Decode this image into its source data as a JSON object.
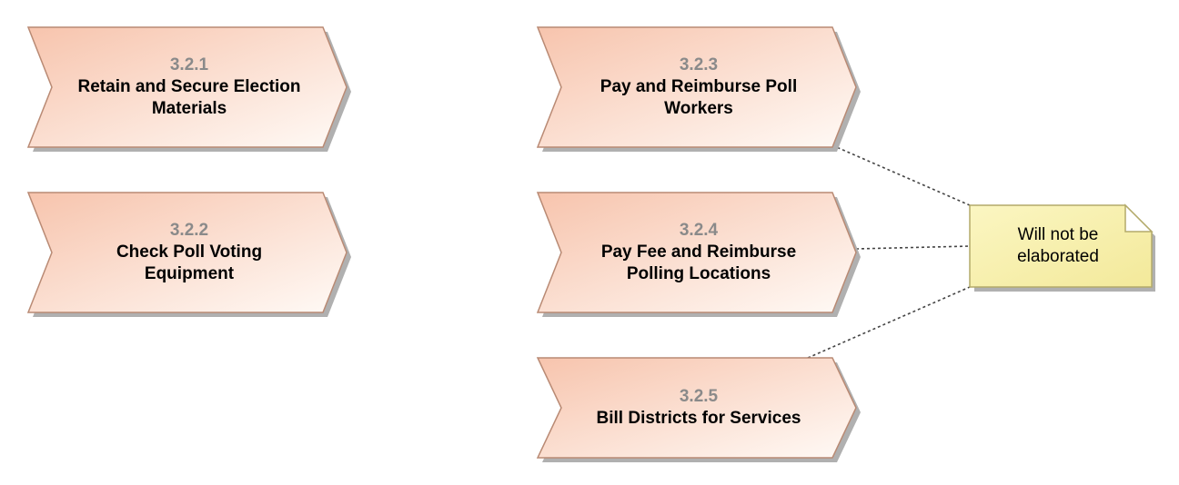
{
  "diagram": {
    "steps": [
      {
        "id": "3.2.1",
        "name_lines": [
          "Retain and Secure Election",
          "Materials"
        ]
      },
      {
        "id": "3.2.2",
        "name_lines": [
          "Check Poll Voting",
          "Equipment"
        ]
      },
      {
        "id": "3.2.3",
        "name_lines": [
          "Pay and Reimburse Poll",
          "Workers"
        ]
      },
      {
        "id": "3.2.4",
        "name_lines": [
          "Pay Fee and Reimburse",
          "Polling Locations"
        ]
      },
      {
        "id": "3.2.5",
        "name_lines": [
          "Bill Districts for Services"
        ]
      }
    ],
    "note": {
      "lines": [
        "Will not be",
        "elaborated"
      ]
    },
    "note_links": [
      "3.2.3",
      "3.2.4",
      "3.2.5"
    ],
    "colors": {
      "step_fill_start": "#f7c4ad",
      "step_fill_end": "#fffaf6",
      "step_stroke": "#b98a74",
      "shadow": "#b0b0b0",
      "note_fill_start": "#fbf6c2",
      "note_fill_end": "#f3e99a",
      "note_stroke": "#b3aa6a",
      "id_text": "#8a8a8a"
    }
  }
}
